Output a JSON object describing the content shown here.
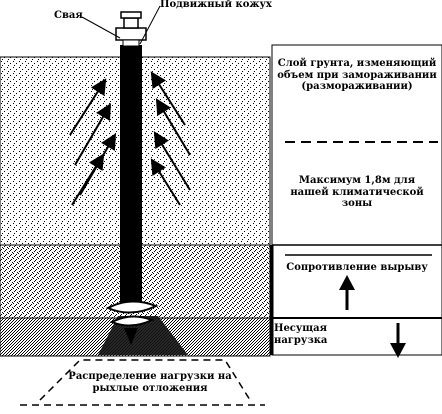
{
  "labels": {
    "pile": "Свая",
    "casing": "Подвижный кожух",
    "soil_layer": "Слой грунта, изменяющий объем при замораживании (размораживании)",
    "max_depth": "Максимум 1,8м для нашей климатической зоны",
    "pullout_resistance": "Сопротивление вырыву",
    "bearing_load": "Несущая нагрузка",
    "load_distribution": "Распределение нагрузки на рыхлые отложения"
  },
  "icons": {
    "up_arrows": "heave-arrow-icon",
    "resistance_arrow": "up-arrow-icon",
    "load_arrow": "down-arrow-icon"
  },
  "colors": {
    "ink": "#000000",
    "background": "#ffffff"
  }
}
